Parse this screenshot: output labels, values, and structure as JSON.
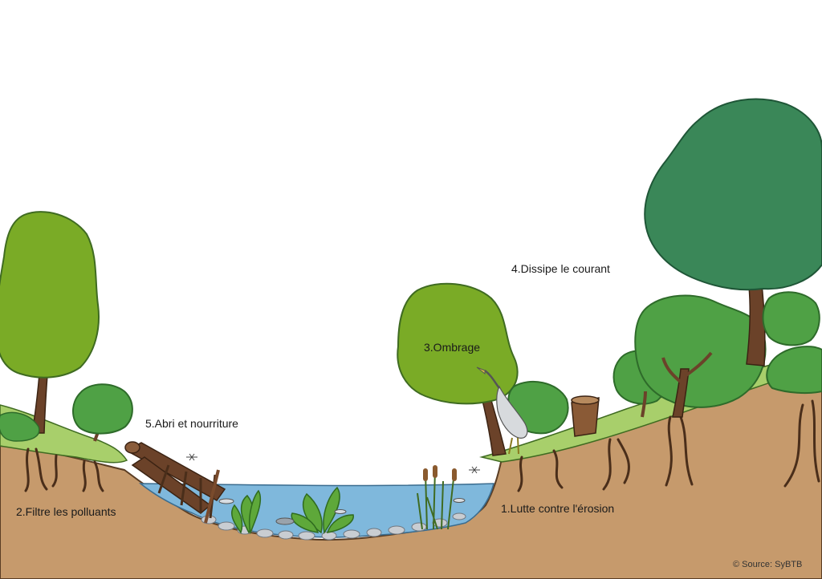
{
  "labels": {
    "erosion": "1.Lutte contre l'érosion",
    "filter": "2.Filtre les polluants",
    "shade": "3.Ombrage",
    "current": "4.Dissipe le courant",
    "shelter": "5.Abri et nourriture"
  },
  "credit": "© Source: SyBTB",
  "colors": {
    "soil": "#c69a6c",
    "water": "#7fb8dc",
    "grass": "#a8cf6b",
    "light_foliage": "#7aab26",
    "mid_foliage": "#4fa145",
    "dark_foliage": "#3a8758",
    "trunk": "#6b4229",
    "pebble": "#c9cdd2"
  }
}
